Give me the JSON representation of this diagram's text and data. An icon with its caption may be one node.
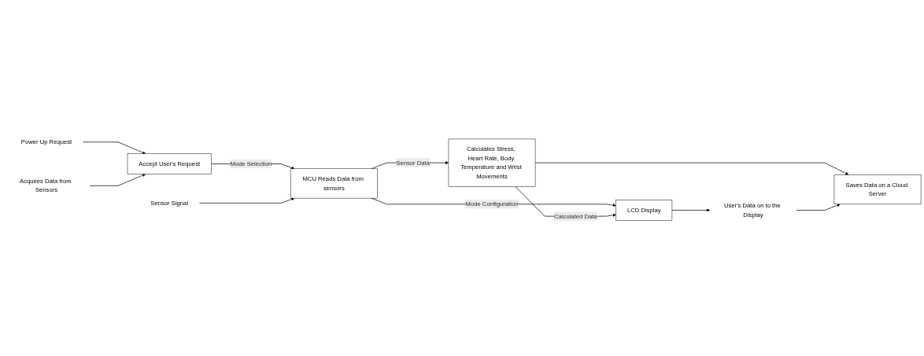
{
  "diagram": {
    "nodes": [
      {
        "text": [
          "Power Up Request"
        ]
      },
      {
        "text": [
          "Accept User's Request"
        ]
      },
      {
        "text": [
          "MCU Reads Data from sensors"
        ]
      },
      {
        "text": [
          "Calculates Stress, Heart Rate, Body Temperature and Wrist Movements"
        ]
      },
      {
        "text": [
          "LCD Display"
        ]
      },
      {
        "text": [
          "Acquires Data from Sensors"
        ]
      },
      {
        "text": [
          "Sensor Signal"
        ]
      },
      {
        "text": [
          "Saves Data on a Cloud Server"
        ]
      },
      {
        "text": [
          "User's Data on to the Display"
        ]
      }
    ],
    "edges": [
      {
        "from": 0,
        "to": 1,
        "arrow": "to"
      },
      {
        "from": 5,
        "to": 1,
        "arrow": "to"
      },
      {
        "from": 1,
        "to": 2,
        "arrow": "to",
        "label": "Mode Selection"
      },
      {
        "from": 6,
        "to": 2,
        "arrow": "to"
      },
      {
        "from": 2,
        "to": 3,
        "arrow": "to",
        "label": "Sensor Data"
      },
      {
        "from": 2,
        "to": 4,
        "arrow": "to",
        "label": "Mode Configuration"
      },
      {
        "from": 3,
        "to": 4,
        "arrow": "to",
        "label": "Calculated Data"
      },
      {
        "from": 3,
        "to": 7,
        "arrow": "to"
      },
      {
        "from": 4,
        "to": 8,
        "arrow": "to"
      },
      {
        "from": 8,
        "to": 7,
        "arrow": "to"
      }
    ]
  }
}
